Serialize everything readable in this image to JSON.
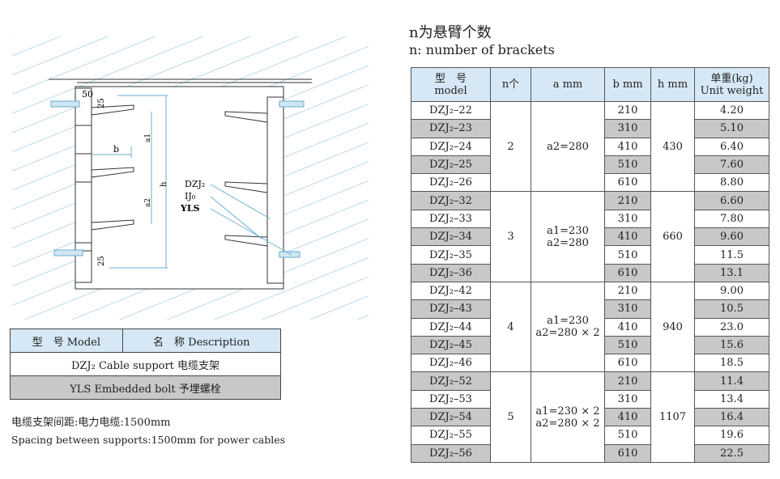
{
  "drawing": {
    "labels": {
      "top_offset": "50",
      "top_gap": "25",
      "bottom_gap": "25",
      "b": "b",
      "a1": "a1",
      "a2": "a2",
      "h": "h",
      "dzj": "DZJ₂",
      "ij": "IJ₀",
      "yls": "YLS"
    }
  },
  "legend": {
    "header_model": "型　号 Model",
    "header_desc": "名　称 Description",
    "rows": [
      "DZJ₂ Cable support 电缆支架",
      "YLS Embedded bolt 予埋螺栓"
    ]
  },
  "notes": {
    "zh": "电缆支架间距:电力电缆:1500mm",
    "en": "Spacing between supports:1500mm for power cables"
  },
  "title": {
    "zh": "n为悬臂个数",
    "en": "n: number of brackets"
  },
  "table": {
    "headers": {
      "model_zh": "型　号",
      "model_en": "model",
      "n": "n个",
      "a": "a mm",
      "b": "b mm",
      "h": "h mm",
      "w_zh": "单重(kg)",
      "w_en": "Unit weight"
    },
    "groups": [
      {
        "n": "2",
        "a": [
          "a2=280"
        ],
        "h": "430",
        "rows": [
          [
            "DZJ₂–22",
            "210",
            "4.20"
          ],
          [
            "DZJ₂–23",
            "310",
            "5.10"
          ],
          [
            "DZJ₂–24",
            "410",
            "6.40"
          ],
          [
            "DZJ₂–25",
            "510",
            "7.60"
          ],
          [
            "DZJ₂–26",
            "610",
            "8.80"
          ]
        ]
      },
      {
        "n": "3",
        "a": [
          "a1=230",
          "a2=280"
        ],
        "h": "660",
        "rows": [
          [
            "DZJ₂–32",
            "210",
            "6.60"
          ],
          [
            "DZJ₂–33",
            "310",
            "7.80"
          ],
          [
            "DZJ₂–34",
            "410",
            "9.60"
          ],
          [
            "DZJ₂–35",
            "510",
            "11.5"
          ],
          [
            "DZJ₂–36",
            "610",
            "13.1"
          ]
        ]
      },
      {
        "n": "4",
        "a": [
          "a1=230",
          "a2=280 × 2"
        ],
        "h": "940",
        "rows": [
          [
            "DZJ₂–42",
            "210",
            "9.00"
          ],
          [
            "DZJ₂–43",
            "310",
            "10.5"
          ],
          [
            "DZJ₂–44",
            "410",
            "23.0"
          ],
          [
            "DZJ₂–45",
            "510",
            "15.6"
          ],
          [
            "DZJ₂–46",
            "610",
            "18.5"
          ]
        ]
      },
      {
        "n": "5",
        "a": [
          "a1=230 × 2",
          "a2=280 × 2"
        ],
        "h": "1107",
        "rows": [
          [
            "DZJ₂–52",
            "210",
            "11.4"
          ],
          [
            "DZJ₂–53",
            "310",
            "13.4"
          ],
          [
            "DZJ₂–54",
            "410",
            "16.4"
          ],
          [
            "DZJ₂–55",
            "510",
            "19.6"
          ],
          [
            "DZJ₂–56",
            "610",
            "22.5"
          ]
        ]
      }
    ]
  }
}
